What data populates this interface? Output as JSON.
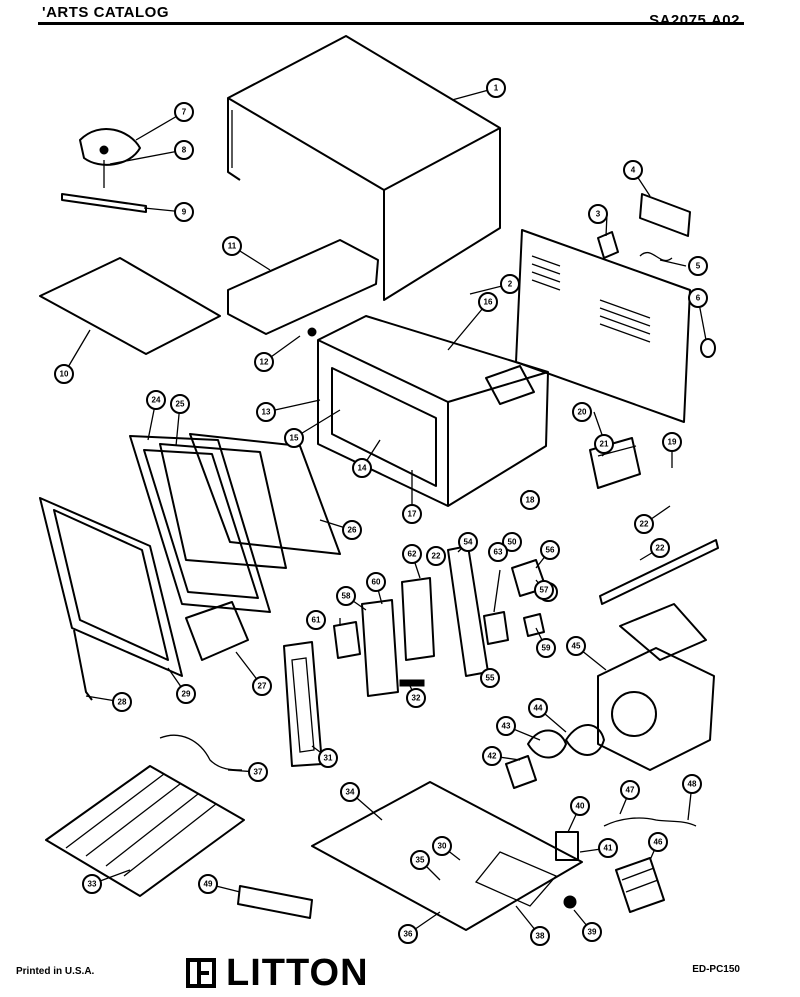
{
  "header": {
    "title": "'ARTS CATALOG",
    "model": "SA2075.A02"
  },
  "footer": {
    "printed": "Printed in U.S.A.",
    "brand": "LITTON",
    "doc_code": "ED-PC150"
  },
  "callouts": [
    {
      "id": "c1",
      "label": "1"
    },
    {
      "id": "c2",
      "label": "2"
    },
    {
      "id": "c3",
      "label": "3"
    },
    {
      "id": "c4",
      "label": "4"
    },
    {
      "id": "c5",
      "label": "5"
    },
    {
      "id": "c6",
      "label": "6"
    },
    {
      "id": "c7",
      "label": "7"
    },
    {
      "id": "c8",
      "label": "8"
    },
    {
      "id": "c9",
      "label": "9"
    },
    {
      "id": "c10",
      "label": "10"
    },
    {
      "id": "c11",
      "label": "11"
    },
    {
      "id": "c12",
      "label": "12"
    },
    {
      "id": "c13",
      "label": "13"
    },
    {
      "id": "c14",
      "label": "14"
    },
    {
      "id": "c15",
      "label": "15"
    },
    {
      "id": "c16",
      "label": "16"
    },
    {
      "id": "c17",
      "label": "17"
    },
    {
      "id": "c18",
      "label": "18"
    },
    {
      "id": "c19",
      "label": "19"
    },
    {
      "id": "c20",
      "label": "20"
    },
    {
      "id": "c21",
      "label": "21"
    },
    {
      "id": "c22a",
      "label": "22"
    },
    {
      "id": "c22b",
      "label": "22"
    },
    {
      "id": "c22c",
      "label": "22"
    },
    {
      "id": "c24",
      "label": "24"
    },
    {
      "id": "c25",
      "label": "25"
    },
    {
      "id": "c26",
      "label": "26"
    },
    {
      "id": "c27",
      "label": "27"
    },
    {
      "id": "c28",
      "label": "28"
    },
    {
      "id": "c29",
      "label": "29"
    },
    {
      "id": "c30",
      "label": "30"
    },
    {
      "id": "c31",
      "label": "31"
    },
    {
      "id": "c32",
      "label": "32"
    },
    {
      "id": "c33",
      "label": "33"
    },
    {
      "id": "c34",
      "label": "34"
    },
    {
      "id": "c35",
      "label": "35"
    },
    {
      "id": "c36",
      "label": "36"
    },
    {
      "id": "c37",
      "label": "37"
    },
    {
      "id": "c38",
      "label": "38"
    },
    {
      "id": "c39",
      "label": "39"
    },
    {
      "id": "c40",
      "label": "40"
    },
    {
      "id": "c41",
      "label": "41"
    },
    {
      "id": "c42",
      "label": "42"
    },
    {
      "id": "c43",
      "label": "43"
    },
    {
      "id": "c44",
      "label": "44"
    },
    {
      "id": "c45",
      "label": "45"
    },
    {
      "id": "c46",
      "label": "46"
    },
    {
      "id": "c47",
      "label": "47"
    },
    {
      "id": "c48",
      "label": "48"
    },
    {
      "id": "c49",
      "label": "49"
    },
    {
      "id": "c50",
      "label": "50"
    },
    {
      "id": "c51",
      "label": "51"
    },
    {
      "id": "c54",
      "label": "54"
    },
    {
      "id": "c55",
      "label": "55"
    },
    {
      "id": "c56",
      "label": "56"
    },
    {
      "id": "c57",
      "label": "57"
    },
    {
      "id": "c58",
      "label": "58"
    },
    {
      "id": "c59",
      "label": "59"
    },
    {
      "id": "c60",
      "label": "60"
    },
    {
      "id": "c61",
      "label": "61"
    },
    {
      "id": "c62",
      "label": "62"
    },
    {
      "id": "c63",
      "label": "63"
    }
  ]
}
